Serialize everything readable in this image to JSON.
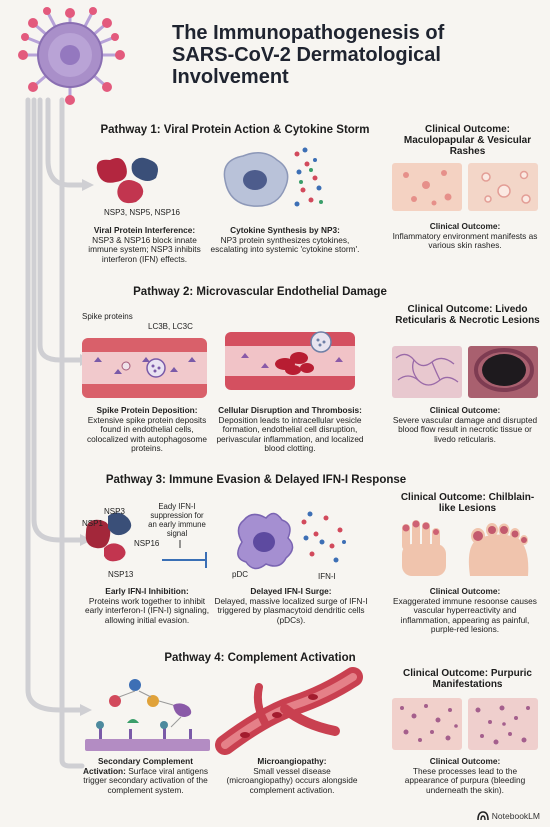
{
  "title": "The Immunopathogenesis of SARS-CoV-2 Dermatological Involvement",
  "title_lines": [
    "The Immunopathogenesis of",
    "SARS-CoV-2 Dermatological",
    "Involvement"
  ],
  "pathway1": {
    "heading": "Pathway 1: Viral Protein Action & Cytokine Storm",
    "nsp_label": "NSP3, NSP5, NSP16",
    "cap1_title": "Viral Protein Interference:",
    "cap1_body": "NSP3 & NSP16 block innate immune system; NSP3 inhibits interferon (IFN) effects.",
    "cap2_title": "Cytokine Synthesis by NP3:",
    "cap2_body": "NP3 protein synthesizes cytokines, escalating into systemic 'cytokine storm'.",
    "outcome_title": "Clinical Outcome: Maculopapular & Vesicular Rashes",
    "outcome_cap_title": "Clinical Outcome:",
    "outcome_cap_body": "Inflammatory environment manifests as various skin rashes."
  },
  "pathway2": {
    "heading": "Pathway 2: Microvascular Endothelial Damage",
    "spike_label": "Spike proteins",
    "lc3_label": "LC3B, LC3C",
    "cap1_title": "Spike Protein Deposition:",
    "cap1_body": "Extensive spike protein deposits found in endothelial cells, colocalized with autophagosome proteins.",
    "cap2_title": "Cellular Disruption and Thrombosis:",
    "cap2_body": "Deposition leads to intracellular vesicle formation, endothelial cell disruption, perivascular inflammation, and localized blood clotting.",
    "outcome_title": "Clinical Outcome: Livedo Reticularis & Necrotic Lesions",
    "outcome_cap_title": "Clinical Outcome:",
    "outcome_cap_body": "Severe vascular damage and disrupted blood flow result in necrotic tissue or livedo reticularis."
  },
  "pathway3": {
    "heading": "Pathway 3: Immune Evasion & Delayed IFN-I Response",
    "nsp3": "NSP3",
    "nsp1": "NSP1",
    "nsp16": "NSP16",
    "nsp13": "NSP13",
    "note": "Eady IFN-I suppression for an early immune signal",
    "pdc": "pDC",
    "ifn": "IFN-I",
    "cap1_title": "Early IFN-I Inhibition:",
    "cap1_body": "Proteins work together to inhibit early interferon-I (IFN-I) signaling, allowing initial evasion.",
    "cap2_title": "Delayed IFN-I Surge:",
    "cap2_body": "Delayed, massive localized surge of IFN-I triggered by plasmacytoid dendritic cells (pDCs).",
    "outcome_title": "Clinical Outcome: Chilblain-like Lesions",
    "outcome_cap_title": "Clinical Outcome:",
    "outcome_cap_body": "Exaggerated immune resoonse causes vascular hyperreactivity and inflammation, appearing as painful, purple-red lesions."
  },
  "pathway4": {
    "heading": "Pathway 4: Complement Activation",
    "cap1_title": "Secondary Complement Activation:",
    "cap1_body": "Surface viral antigens trigger secondary activation of the complement system.",
    "cap2_title": "Microangiopathy:",
    "cap2_body": "Small vessel disease (microangiopathy) occurs alongside complement activation.",
    "outcome_title": "Clinical Outcome: Purpuric Manifestations",
    "outcome_cap_title": "Clinical Outcome:",
    "outcome_cap_body": "These processes lead to the appearance of purpura (bleeding underneath the skin)."
  },
  "brand": "NotebookLM",
  "colors": {
    "virus": "#a98fc9",
    "arrow": "#c9c9cc",
    "vessel": "#d9606a",
    "skin": "#f3cbb9"
  }
}
